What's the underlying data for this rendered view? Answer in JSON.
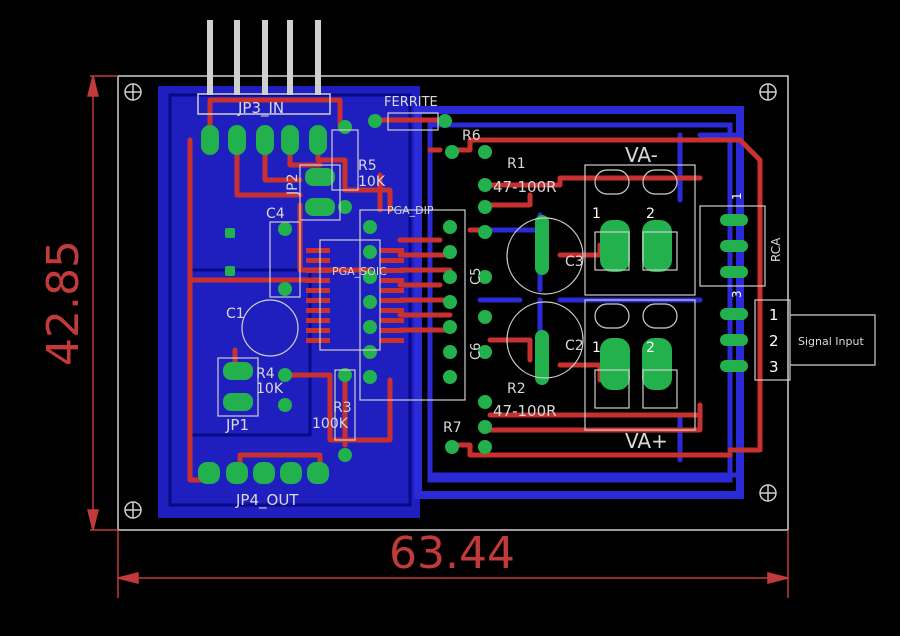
{
  "colors": {
    "background": "#000000",
    "outline": "#cfcfcf",
    "bottom_copper": "#1f1fbf",
    "bottom_trace": "#2a2ad6",
    "top_trace": "#c8312f",
    "pad": "#22b14c",
    "via": "#9a9a9a",
    "dimension": "#c23a3a",
    "silk": "#d9d9d9"
  },
  "dimensions": {
    "width": "63.44",
    "height": "42.85"
  },
  "labels": {
    "jp3": "JP3_IN",
    "jp4": "JP4_OUT",
    "jp1": "JP1",
    "jp2": "JP2",
    "ferrite": "FERRITE",
    "r1": "R1",
    "r1_value": "47-100R",
    "r2": "R2",
    "r2_value": "47-100R",
    "r3": "R3",
    "r3_value": "100K",
    "r4": "R4",
    "r4_value": "10K",
    "r5": "R5",
    "r5_value": "10K",
    "r6": "R6",
    "r7": "R7",
    "c1": "C1",
    "c2": "C2",
    "c3": "C3",
    "c4": "C4",
    "c5": "C5",
    "c6": "C6",
    "pga_dip": "PGA_DIP",
    "pga_soic": "PGA_SOIC",
    "va_minus": "VA-",
    "va_plus": "VA+",
    "rca": "RCA",
    "signal_input": "Signal Input",
    "term_pin_1a": "1",
    "term_pin_2a": "2",
    "term_pin_1b": "1",
    "term_pin_2b": "2",
    "rca_pin_1": "1",
    "rca_pin_3": "3",
    "sig_pin_1": "1",
    "sig_pin_2": "2",
    "sig_pin_3": "3"
  }
}
